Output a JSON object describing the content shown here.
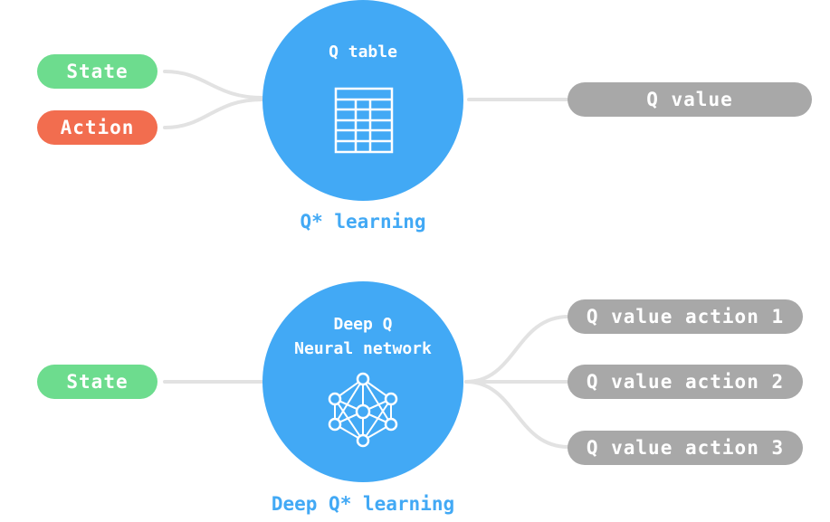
{
  "top": {
    "inputs": {
      "state": "State",
      "action": "Action"
    },
    "circle_title": "Q table",
    "output": "Q value",
    "caption": "Q* learning"
  },
  "bottom": {
    "inputs": {
      "state": "State"
    },
    "circle_title": "Deep Q\nNeural network",
    "outputs": [
      "Q value action 1",
      "Q value action 2",
      "Q value action 3"
    ],
    "caption": "Deep Q* learning"
  },
  "icons": {
    "top": "table-icon",
    "bottom": "neural-network-icon"
  },
  "colors": {
    "circle": "#42a9f5",
    "state_pill": "#6ddc8e",
    "action_pill": "#f26d4f",
    "output_pill": "#a8a8a8",
    "connector": "#e2e2e2",
    "caption": "#42a9f5"
  }
}
